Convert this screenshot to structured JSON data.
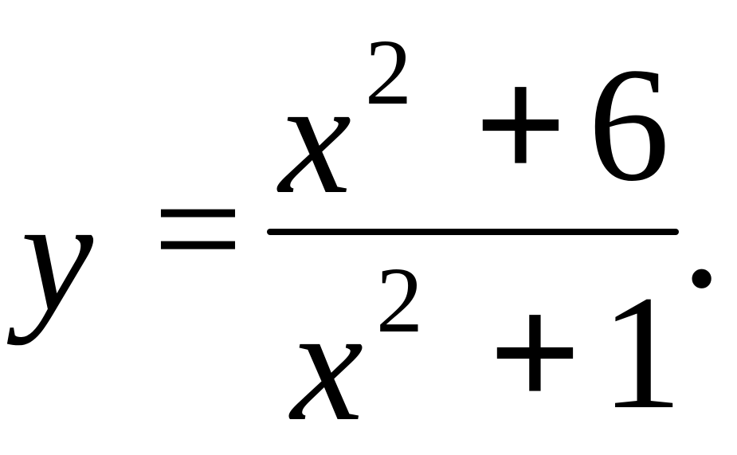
{
  "formula": {
    "lhs": {
      "variable": "y",
      "equals": "="
    },
    "numerator": {
      "variable": "x",
      "exponent": "2",
      "operator": "+",
      "constant": "6"
    },
    "denominator": {
      "variable": "x",
      "exponent": "2",
      "operator": "+",
      "constant": "1"
    },
    "terminator": "."
  }
}
